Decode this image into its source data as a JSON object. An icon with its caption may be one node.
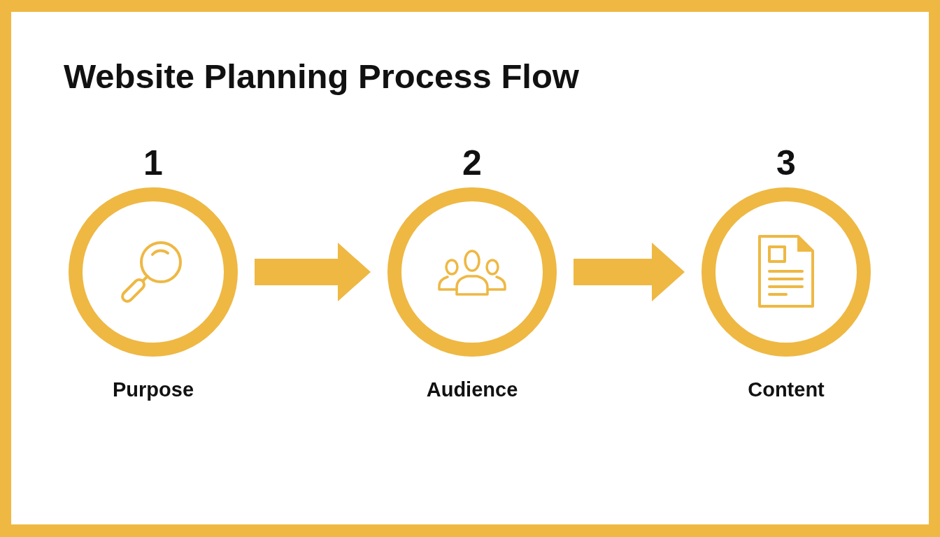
{
  "diagram": {
    "title": "Website Planning Process Flow",
    "nodes": [
      {
        "text": [
          "1",
          "Purpose"
        ]
      },
      {
        "text": [
          "2",
          "Audience"
        ]
      },
      {
        "text": [
          "3",
          "Content"
        ]
      }
    ],
    "edges": [
      {
        "from": 0,
        "to": 1,
        "arrow": "to"
      },
      {
        "from": 1,
        "to": 2,
        "arrow": "to"
      }
    ]
  }
}
